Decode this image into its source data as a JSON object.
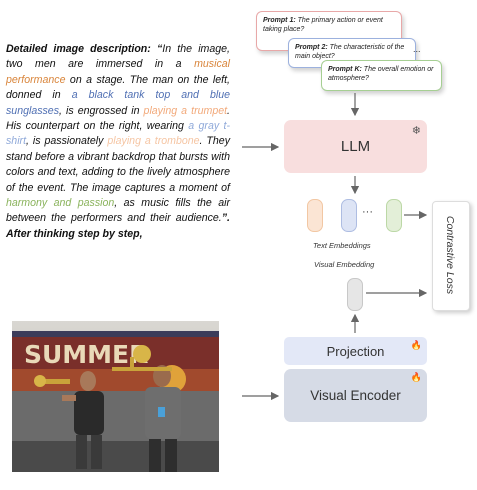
{
  "description": {
    "lead": "Detailed image description: “",
    "segments": [
      {
        "text": "In the image, two men are immersed in a ",
        "color": "default"
      },
      {
        "text": "musical performance",
        "color": "#d9853b"
      },
      {
        "text": " on a stage. The man on the left, donned in ",
        "color": "default"
      },
      {
        "text": "a black tank top and blue sunglasses",
        "color": "#4f6fb3"
      },
      {
        "text": ", is engrossed in ",
        "color": "default"
      },
      {
        "text": "playing a trumpet",
        "color": "#f2a97a"
      },
      {
        "text": ". His counterpart on the right, wearing ",
        "color": "default"
      },
      {
        "text": "a gray t-shirt",
        "color": "#8fa9d9"
      },
      {
        "text": ", is passionately ",
        "color": "default"
      },
      {
        "text": "playing a trombone",
        "color": "#f5c5a3"
      },
      {
        "text": ". They stand before a vibrant backdrop that bursts with colors and text, adding to the lively atmosphere of the event. The image captures a moment of ",
        "color": "default"
      },
      {
        "text": "harmony and passion",
        "color": "#8ab35c"
      },
      {
        "text": ", as music fills the air between the performers and their audience.",
        "color": "default"
      }
    ],
    "tail": "”. After thinking step by step,"
  },
  "prompts": [
    {
      "label": "Prompt 1:",
      "text": " The primary action or event taking place?",
      "border": "#e8a8a8"
    },
    {
      "label": "Prompt 2:",
      "text": " The characteristic of the main object?",
      "border": "#9cb1de"
    },
    {
      "label": "Prompt K:",
      "text": " The overall emotion or atmosphere?",
      "border": "#a6cf93"
    }
  ],
  "prompt_dots": "...",
  "llm_label": "LLM",
  "embedding_dots": "···",
  "text_embeddings_label": "Text Embeddings",
  "visual_embedding_label": "Visual Embedding",
  "contrastive_loss_label": "Contrastive Loss",
  "projection_label": "Projection",
  "visual_encoder_label": "Visual Encoder",
  "photo_banner": "SUMMER",
  "icons": {
    "llm": "snowflake-icon",
    "trainable": "flame-icon"
  }
}
